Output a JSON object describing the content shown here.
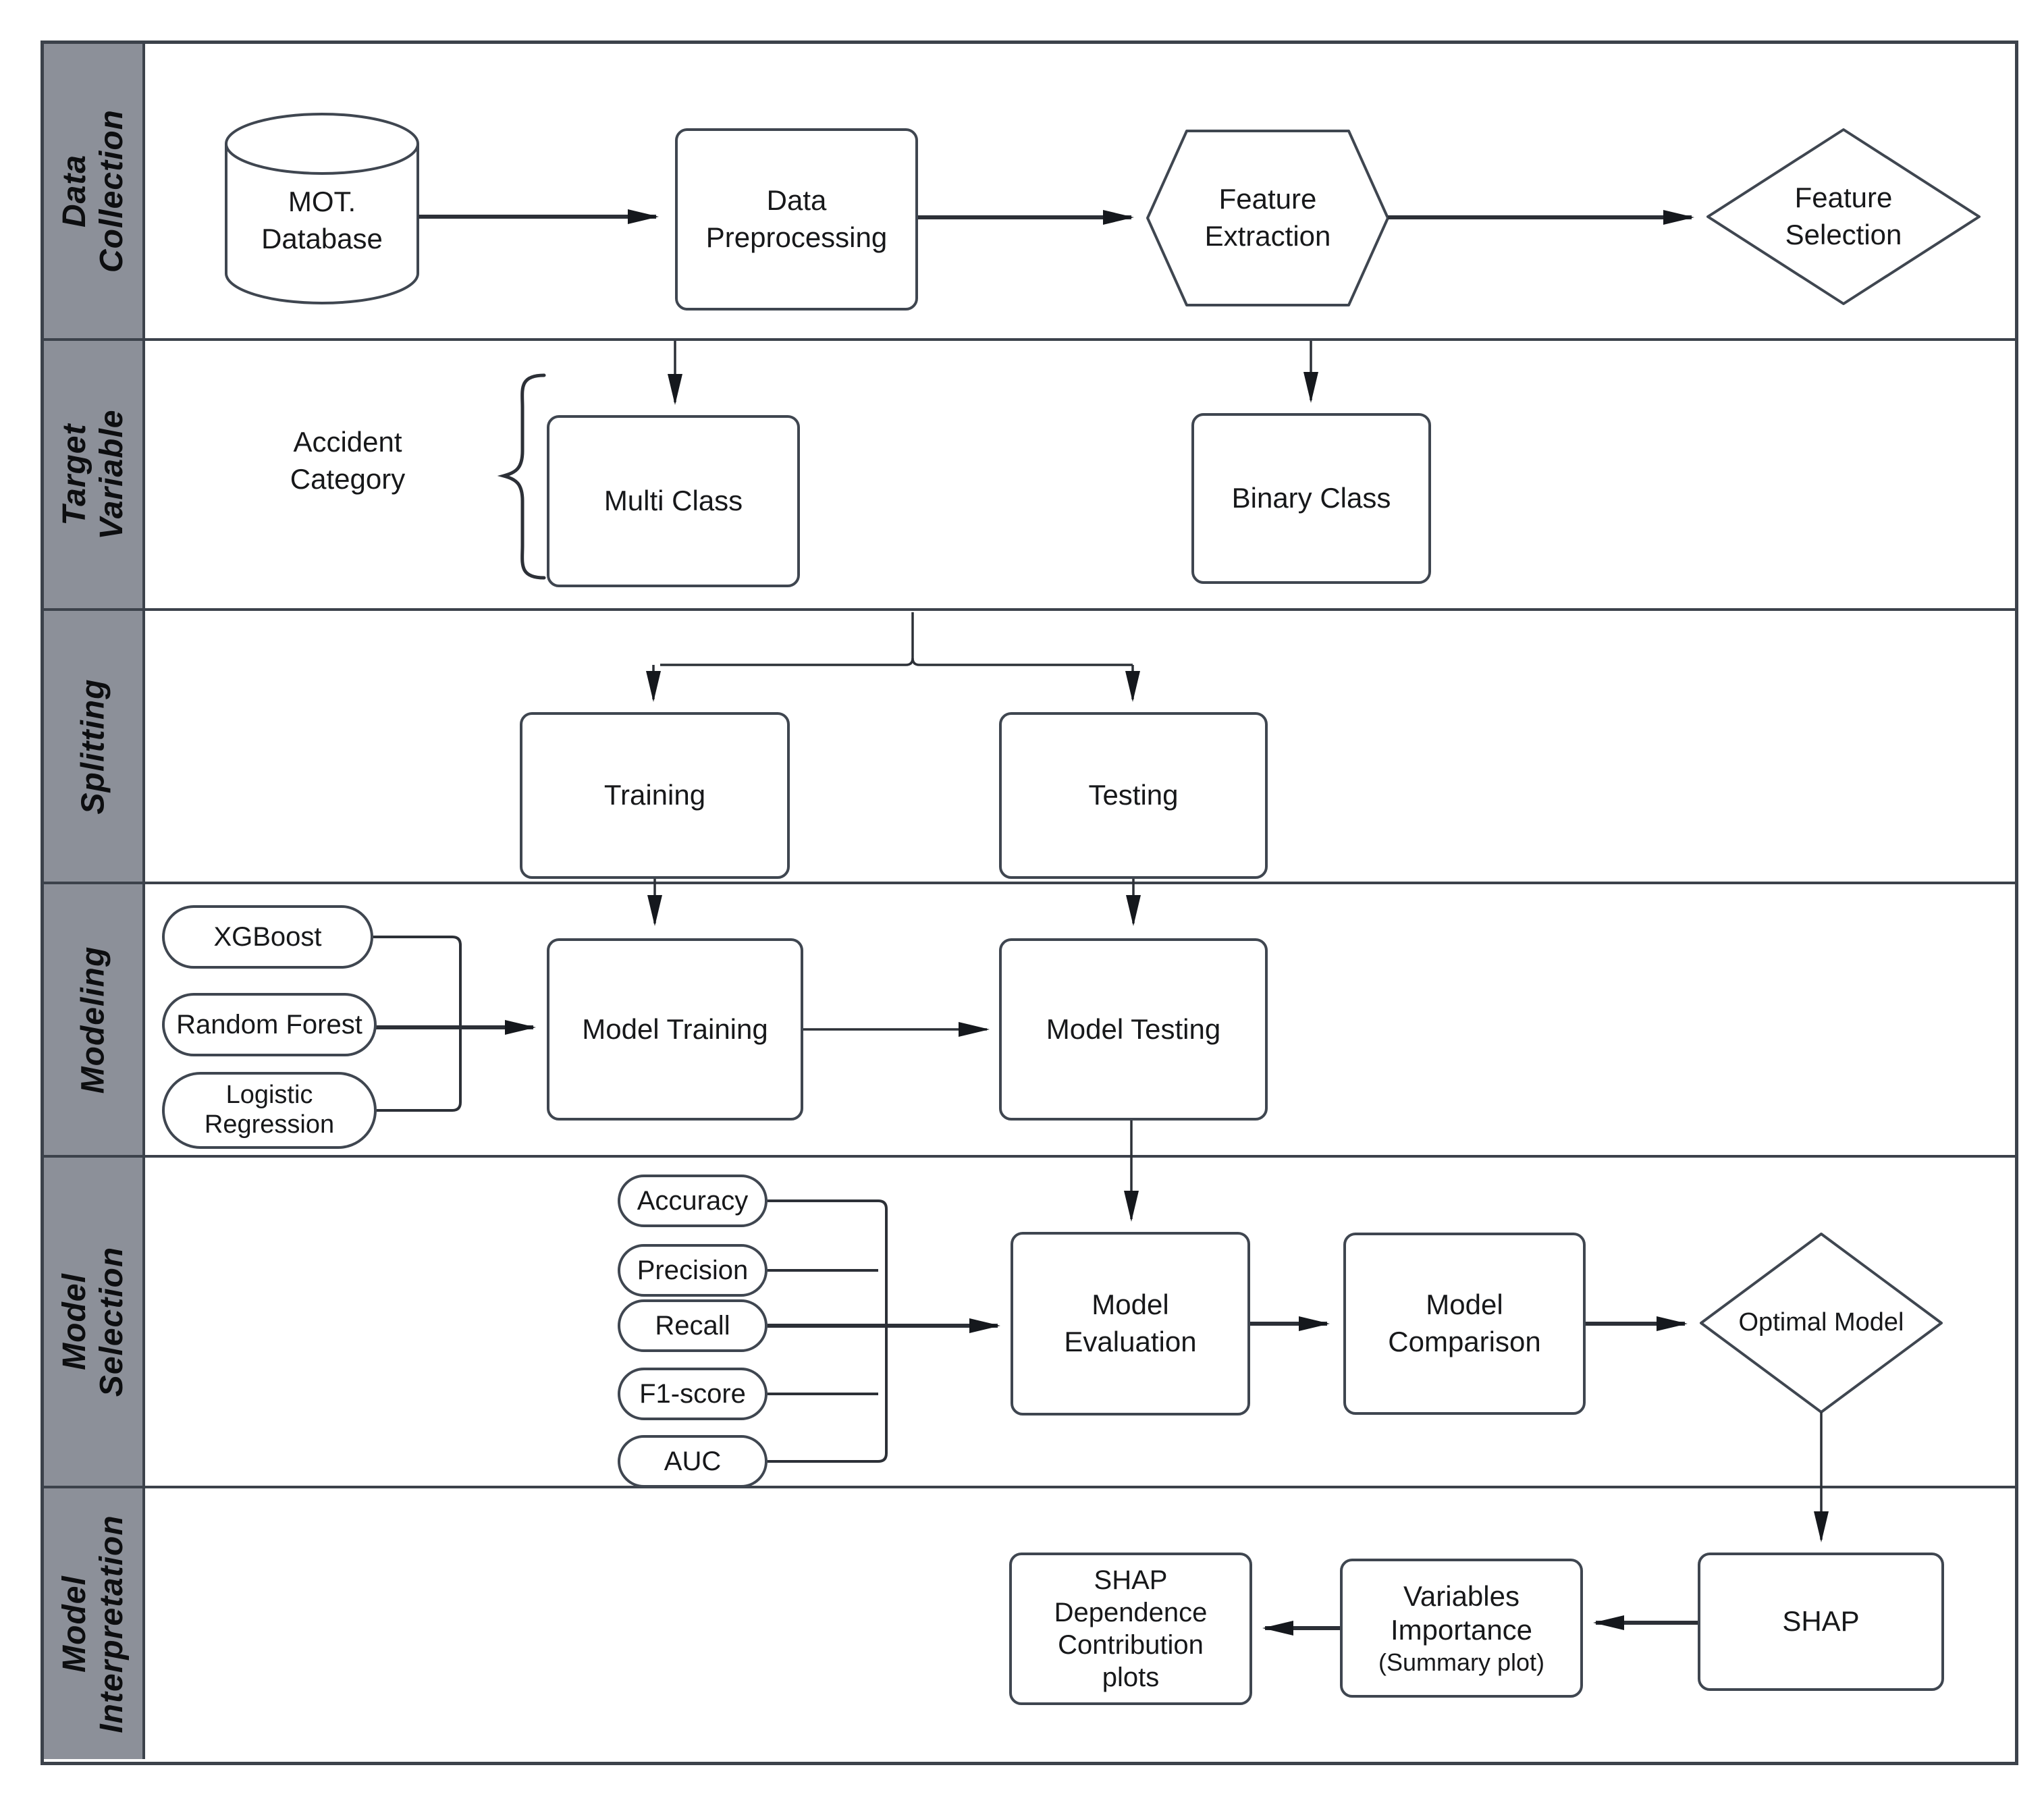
{
  "lanes": [
    {
      "label": "Data Collection"
    },
    {
      "label": "Target Variable"
    },
    {
      "label": "Splitting"
    },
    {
      "label": "Modeling"
    },
    {
      "label": "Model Selection"
    },
    {
      "label": "Model\nInterpretation"
    }
  ],
  "nodes": {
    "mot_database": "MOT.\nDatabase",
    "data_preprocessing": "Data\nPreprocessing",
    "feature_extraction": "Feature\nExtraction",
    "feature_selection": "Feature\nSelection",
    "accident_category": "Accident\nCategory",
    "multi_class": "Multi Class",
    "binary_class": "Binary Class",
    "training": "Training",
    "testing": "Testing",
    "xgboost": "XGBoost",
    "random_forest": "Random Forest",
    "logistic_regression": "Logistic\nRegression",
    "model_training": "Model Training",
    "model_testing": "Model Testing",
    "accuracy": "Accuracy",
    "precision": "Precision",
    "recall": "Recall",
    "f1_score": "F1-score",
    "auc": "AUC",
    "model_evaluation": "Model\nEvaluation",
    "model_comparison": "Model\nComparison",
    "optimal_model": "Optimal Model",
    "shap": "SHAP",
    "variables_importance": "Variables\nImportance",
    "variables_importance_sub": "(Summary plot)",
    "shap_dependence": "SHAP\nDependence\nContribution\nplots"
  },
  "colors": {
    "lane_label_bg": "#8c9099",
    "frame_border": "#3c424b",
    "shape_border": "#3f4650",
    "line": "#2c3037",
    "arrowhead": "#15181d",
    "text": "#17181a",
    "background": "#ffffff"
  }
}
